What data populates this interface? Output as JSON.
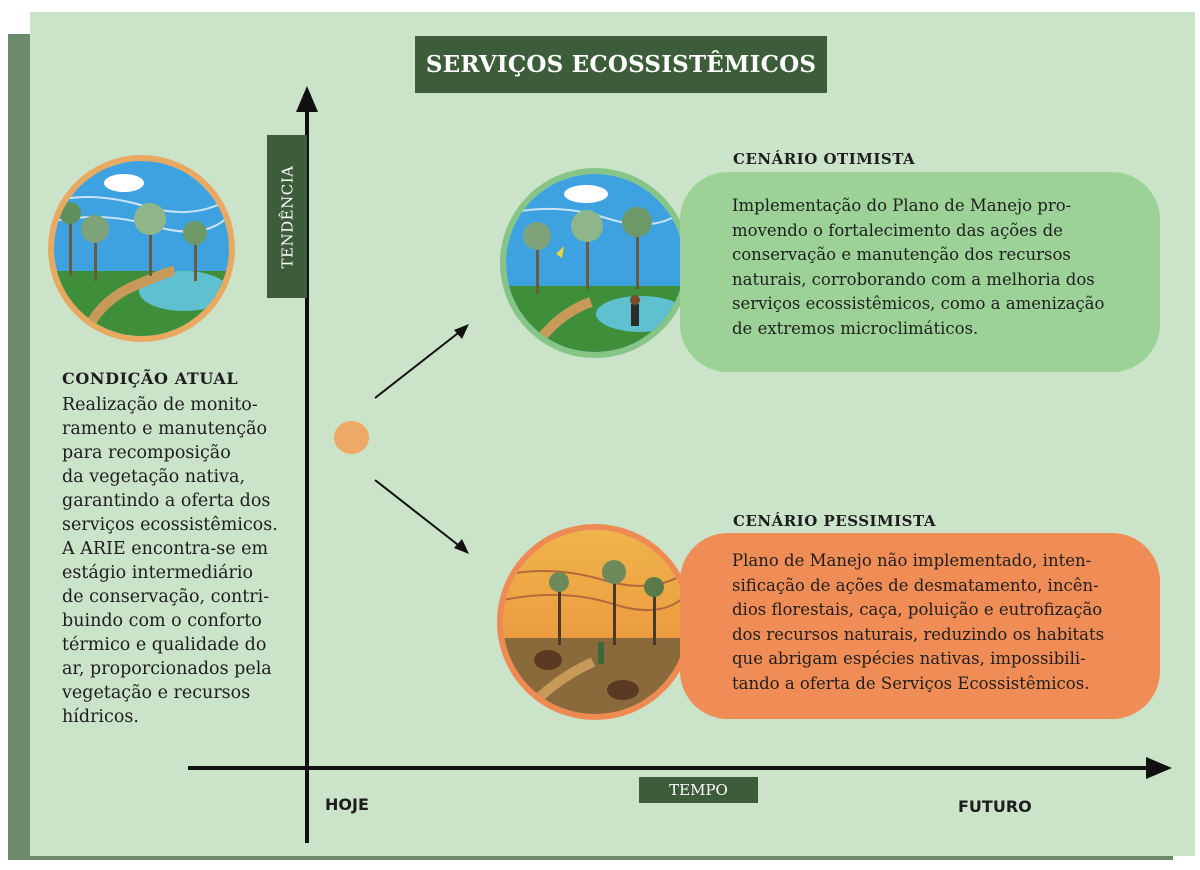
{
  "title": "SERVIÇOS ECOSSISTÊMICOS",
  "axes": {
    "y_label": "TENDÊNCIA",
    "x_label": "TEMPO",
    "start_label": "HOJE",
    "end_label": "FUTURO"
  },
  "colors": {
    "panel_bg": "#cbe3c9",
    "dark_green": "#3d5d3a",
    "optimistic": "#9cd297",
    "pessimistic": "#f08c55",
    "current_dot": "#eda965"
  },
  "current": {
    "heading": "CONDIÇÃO ATUAL",
    "text": "Realização de monito-\nramento e manutenção\npara recomposição\nda vegetação nativa,\ngarantindo a oferta dos\nserviços ecossistêmicos.\nA ARIE encontra-se em\nestágio intermediário\nde conservação, contri-\nbuindo com o conforto\ntérmico e qualidade do\nar, proporcionados pela\nvegetação e recursos\nhídricos."
  },
  "optimistic": {
    "heading": "CENÁRIO OTIMISTA",
    "text": "Implementação do Plano de Manejo pro-\nmovendo o fortalecimento das ações de\nconservação e manutenção dos recursos\nnaturais, corroborando com a melhoria dos\nserviços ecossistêmicos, como a amenização\nde extremos microclimáticos."
  },
  "pessimistic": {
    "heading": "CENÁRIO PESSIMISTA",
    "text": "Plano de Manejo não implementado, inten-\nsificação de ações de desmatamento, incên-\ndios florestais, caça, poluição e eutrofização\ndos recursos naturais, reduzindo os habitats\nque abrigam espécies nativas, impossibili-\ntando a oferta de Serviços Ecossistêmicos."
  }
}
